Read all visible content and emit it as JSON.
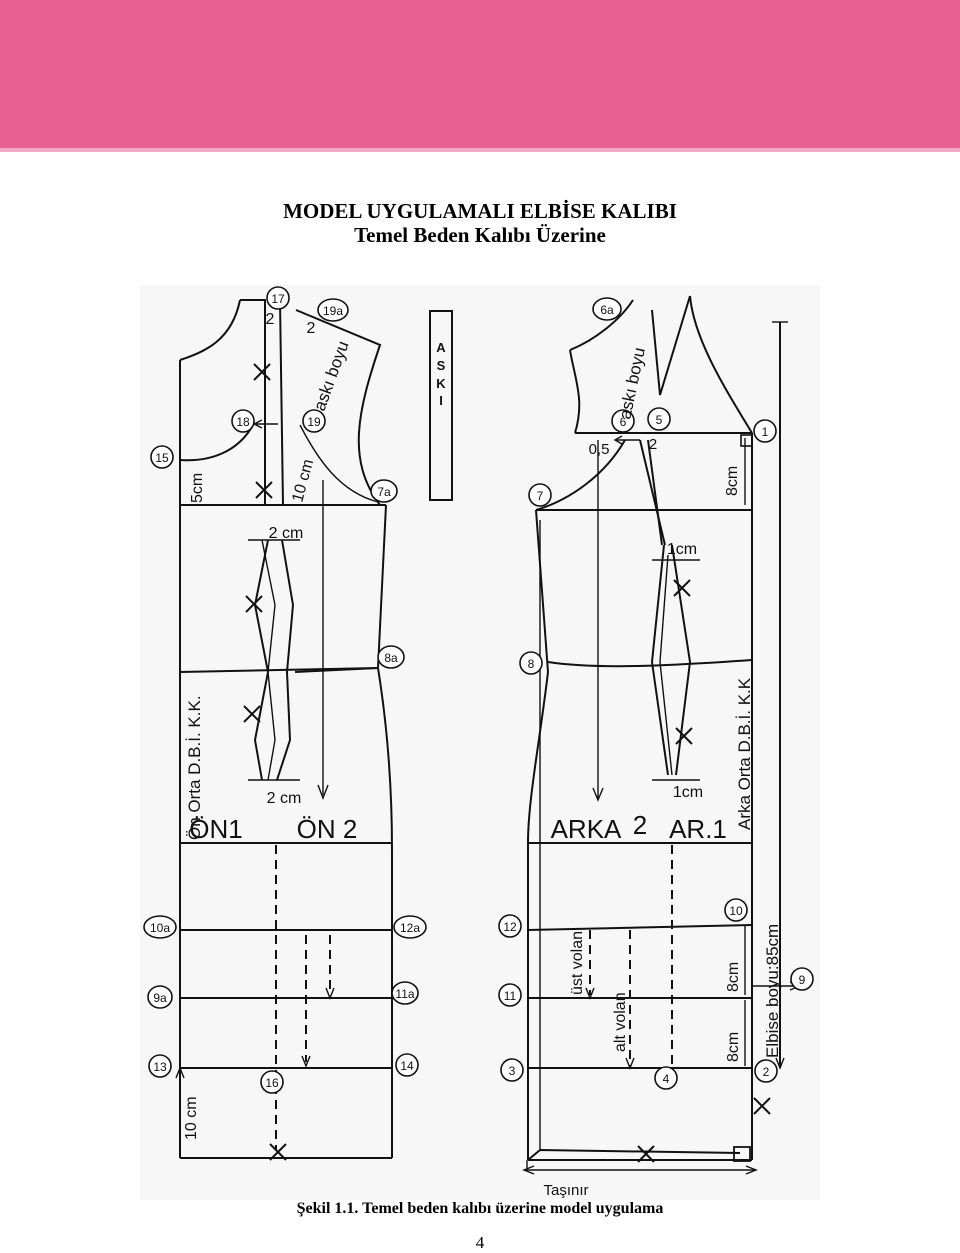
{
  "header": {
    "title": "MODEL UYGULAMALI ELBİSE KALIBI",
    "subtitle": "Temel Beden Kalıbı Üzerine"
  },
  "figure": {
    "markers": {
      "m17": "17",
      "m19a": "19a",
      "m18": "18",
      "m19": "19",
      "m15": "15",
      "m7a": "7a",
      "m8a": "8a",
      "m10a": "10a",
      "m12a": "12a",
      "m9a": "9a",
      "m11a": "11a",
      "m13": "13",
      "m14": "14",
      "m16": "16",
      "m6a": "6a",
      "m6": "6",
      "m5": "5",
      "m1": "1",
      "m7": "7",
      "m8": "8",
      "m12": "12",
      "m10": "10",
      "m11": "11",
      "m9": "9",
      "m3": "3",
      "m4": "4",
      "m2": "2"
    },
    "aski_box": [
      "A",
      "S",
      "K",
      "I"
    ],
    "labels": {
      "front_2a": "2",
      "front_2b": "2",
      "aski_boyu_front": "askı boyu",
      "aski_boyu_back": "askı boyu",
      "five_cm": "5cm",
      "ten_cm_front": "10 cm",
      "two_cm_top": "2 cm",
      "two_cm_bottom": "2 cm",
      "front_center": "Ön Orta D.B.İ. K.K.",
      "on1": "ÖN1",
      "on2": "ÖN 2",
      "back_05": "0,5",
      "back_2": "2",
      "eight_cm_top": "8cm",
      "one_cm_top": "1cm",
      "one_cm_bottom": "1cm",
      "back_center": "Arka Orta D.B.İ. K.K",
      "arka2": "ARKA",
      "arka2_num": "2",
      "ar1": "AR.1",
      "ust_volan": "üst volan",
      "alt_volan": "alt volan",
      "eight_cm_a": "8cm",
      "eight_cm_b": "8cm",
      "elbise_boyu": "Elbise boyu:85cm",
      "ten_cm_hem": "10 cm",
      "tasinir": "Taşınır"
    }
  },
  "caption": "Şekil 1.1. Temel beden kalıbı üzerine model uygulama",
  "page_number": "4"
}
